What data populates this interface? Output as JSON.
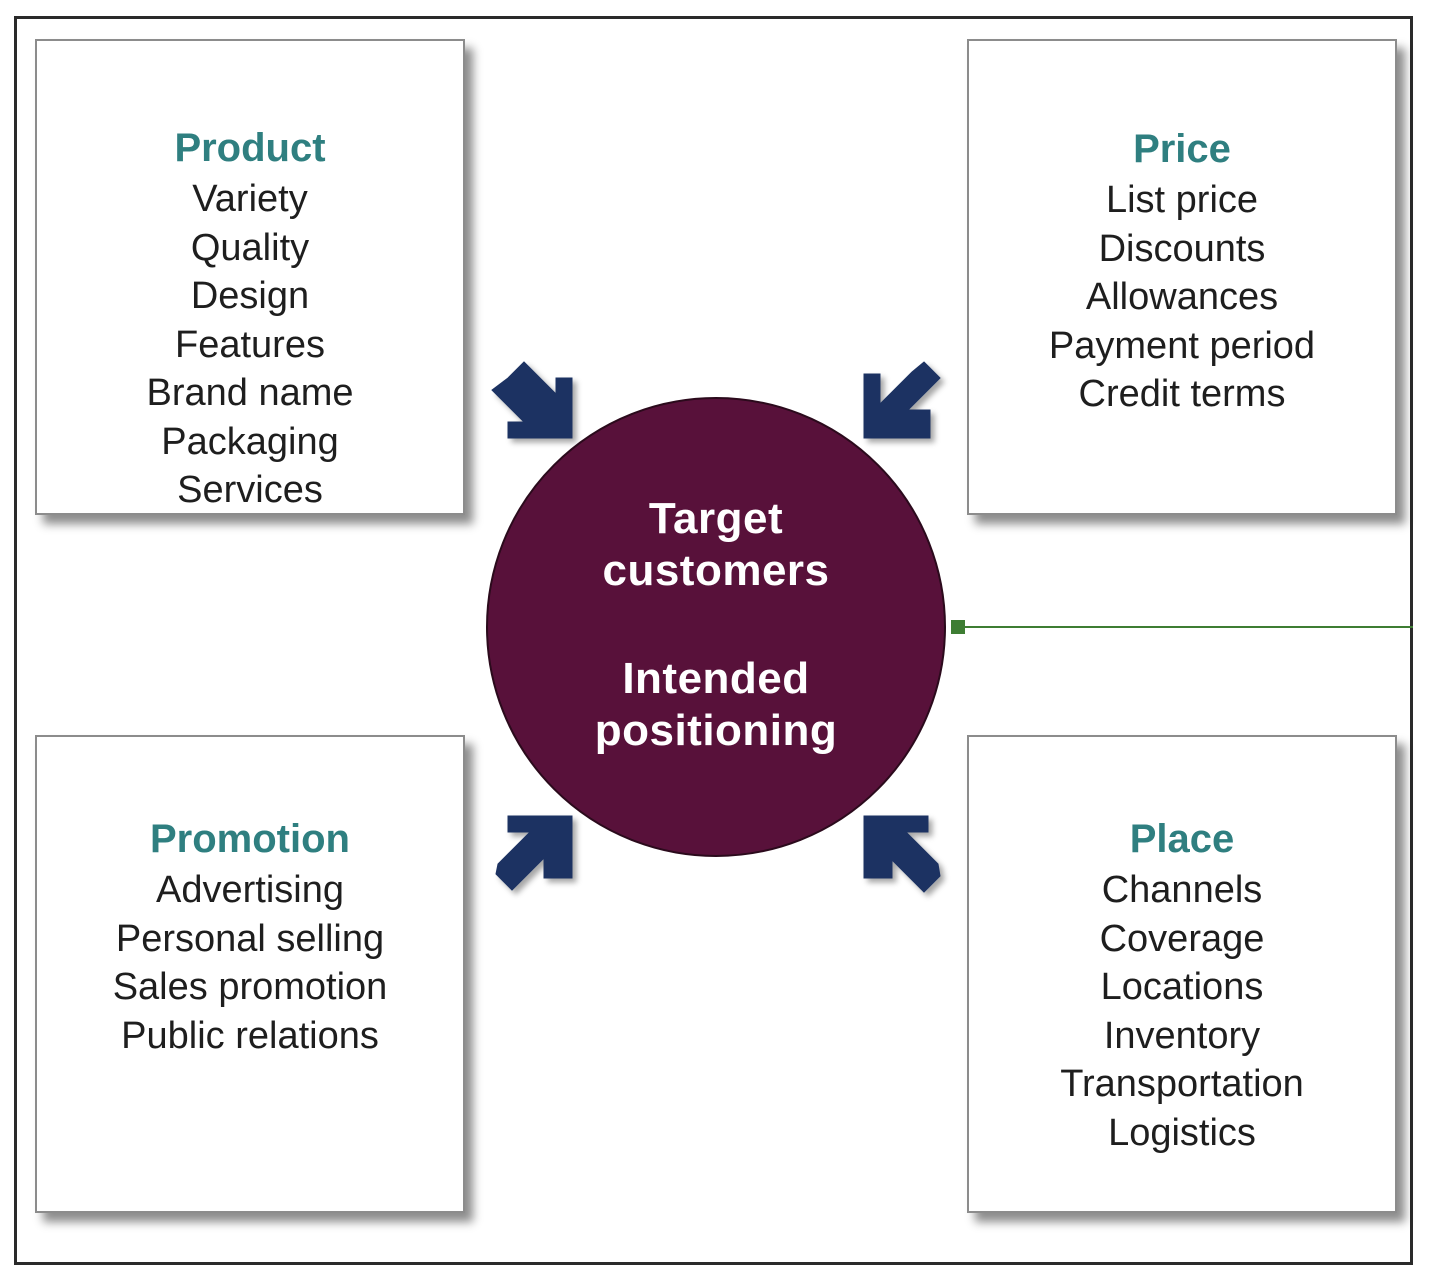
{
  "center": {
    "line_1": "Target",
    "line_2": "customers",
    "line_3": "Intended",
    "line_4": "positioning"
  },
  "boxes": {
    "product": {
      "title": "Product",
      "items": [
        "Variety",
        "Quality",
        "Design",
        "Features",
        "Brand name",
        "Packaging",
        "Services"
      ]
    },
    "price": {
      "title": "Price",
      "items": [
        "List price",
        "Discounts",
        "Allowances",
        "Payment period",
        "Credit terms"
      ]
    },
    "promotion": {
      "title": "Promotion",
      "items": [
        "Advertising",
        "Personal selling",
        "Sales promotion",
        "Public relations"
      ]
    },
    "place": {
      "title": "Place",
      "items": [
        "Channels",
        "Coverage",
        "Locations",
        "Inventory",
        "Transportation",
        "Logistics"
      ]
    }
  },
  "colors": {
    "title_teal": "#2f7f80",
    "circle_fill": "#58113a",
    "arrow_navy": "#1f3262",
    "connector_green": "#3e7d33",
    "text_dark": "#1e1e1e"
  },
  "icons": {
    "arrow_top_left": "arrow-down-right-icon",
    "arrow_top_right": "arrow-down-left-icon",
    "arrow_bottom_left": "arrow-up-right-icon",
    "arrow_bottom_right": "arrow-up-left-icon"
  }
}
